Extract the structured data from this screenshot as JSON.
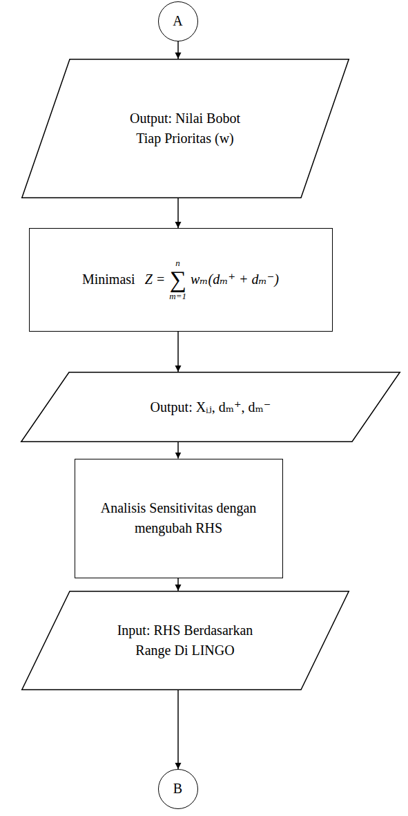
{
  "diagram": {
    "nodes": [
      {
        "text": [
          "A"
        ]
      },
      {
        "text": [
          "Output: Nilai Bobot Tiap Prioritas (w)"
        ]
      },
      {
        "text": [
          "Minimasi",
          "Z =",
          "∑",
          "n",
          "m=1",
          "wₘ(dₘ⁺ + dₘ⁻)"
        ]
      },
      {
        "text": [
          "Output: Xᵢⱼ, dₘ⁺, dₘ⁻"
        ]
      },
      {
        "text": [
          "Analisis Sensitivitas dengan mengubah RHS"
        ]
      },
      {
        "text": [
          "Input: RHS Berdasarkan Range Di LINGO"
        ]
      },
      {
        "text": [
          "B"
        ]
      }
    ],
    "edges": [
      {
        "from": 0,
        "to": 1,
        "arrow": "to"
      },
      {
        "from": 1,
        "to": 2,
        "arrow": "to"
      },
      {
        "from": 2,
        "to": 3,
        "arrow": "to"
      },
      {
        "from": 3,
        "to": 4,
        "arrow": "to"
      },
      {
        "from": 4,
        "to": 5,
        "arrow": "to"
      },
      {
        "from": 5,
        "to": 6,
        "arrow": "to"
      }
    ]
  }
}
